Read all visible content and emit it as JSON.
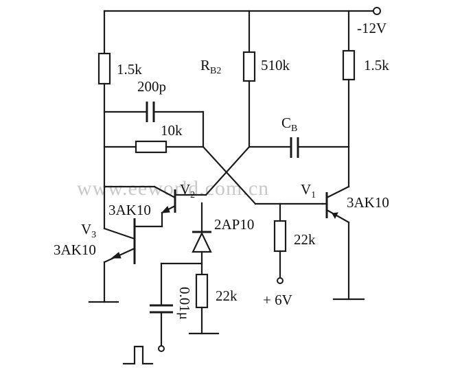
{
  "labels": {
    "supply_neg": "-12V",
    "r1": "1.5k",
    "rb2_main": "R",
    "rb2_sub": "B2",
    "rb2_value": "510k",
    "r4": "1.5k",
    "c200": "200p",
    "r10k": "10k",
    "cb_main": "C",
    "cb_sub": "B",
    "v2_main": "V",
    "v2_sub": "2",
    "v2_type": "3AK10",
    "v1_main": "V",
    "v1_sub": "1",
    "v1_type": "3AK10",
    "v3_main": "V",
    "v3_sub": "3",
    "v3_type": "3AK10",
    "diode": "2AP10",
    "r22k_right": "22k",
    "supply_pos": "+ 6V",
    "r22k_bottom": "22k",
    "c_input": "0.01μ"
  },
  "watermark": "www.eeworld.com.cn"
}
